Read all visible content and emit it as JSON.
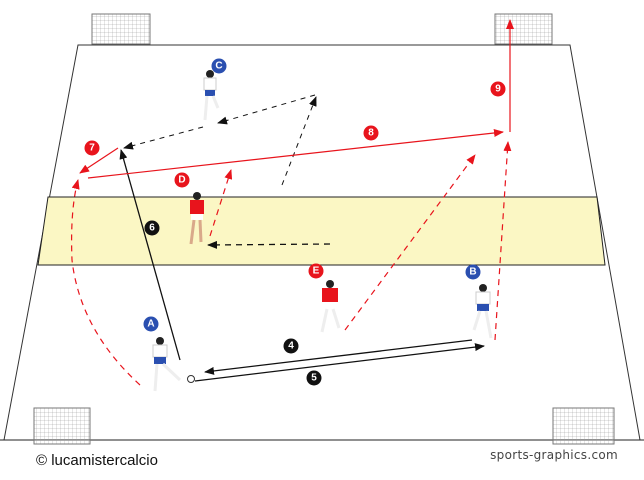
{
  "footer": {
    "credit": "© lucamistercalcio",
    "site": "sports-graphics.com"
  },
  "colors": {
    "zone": "#fbf7c4",
    "red": "#e8141c",
    "blue": "#2a4fb0",
    "black": "#111111"
  },
  "players": [
    {
      "label": "A",
      "team": "white"
    },
    {
      "label": "B",
      "team": "white"
    },
    {
      "label": "C",
      "team": "white"
    },
    {
      "label": "D",
      "team": "red"
    },
    {
      "label": "E",
      "team": "red"
    }
  ],
  "steps": [
    {
      "label": "4",
      "color": "black"
    },
    {
      "label": "5",
      "color": "black"
    },
    {
      "label": "6",
      "color": "black"
    },
    {
      "label": "7",
      "color": "red"
    },
    {
      "label": "8",
      "color": "red"
    },
    {
      "label": "9",
      "color": "red"
    }
  ]
}
